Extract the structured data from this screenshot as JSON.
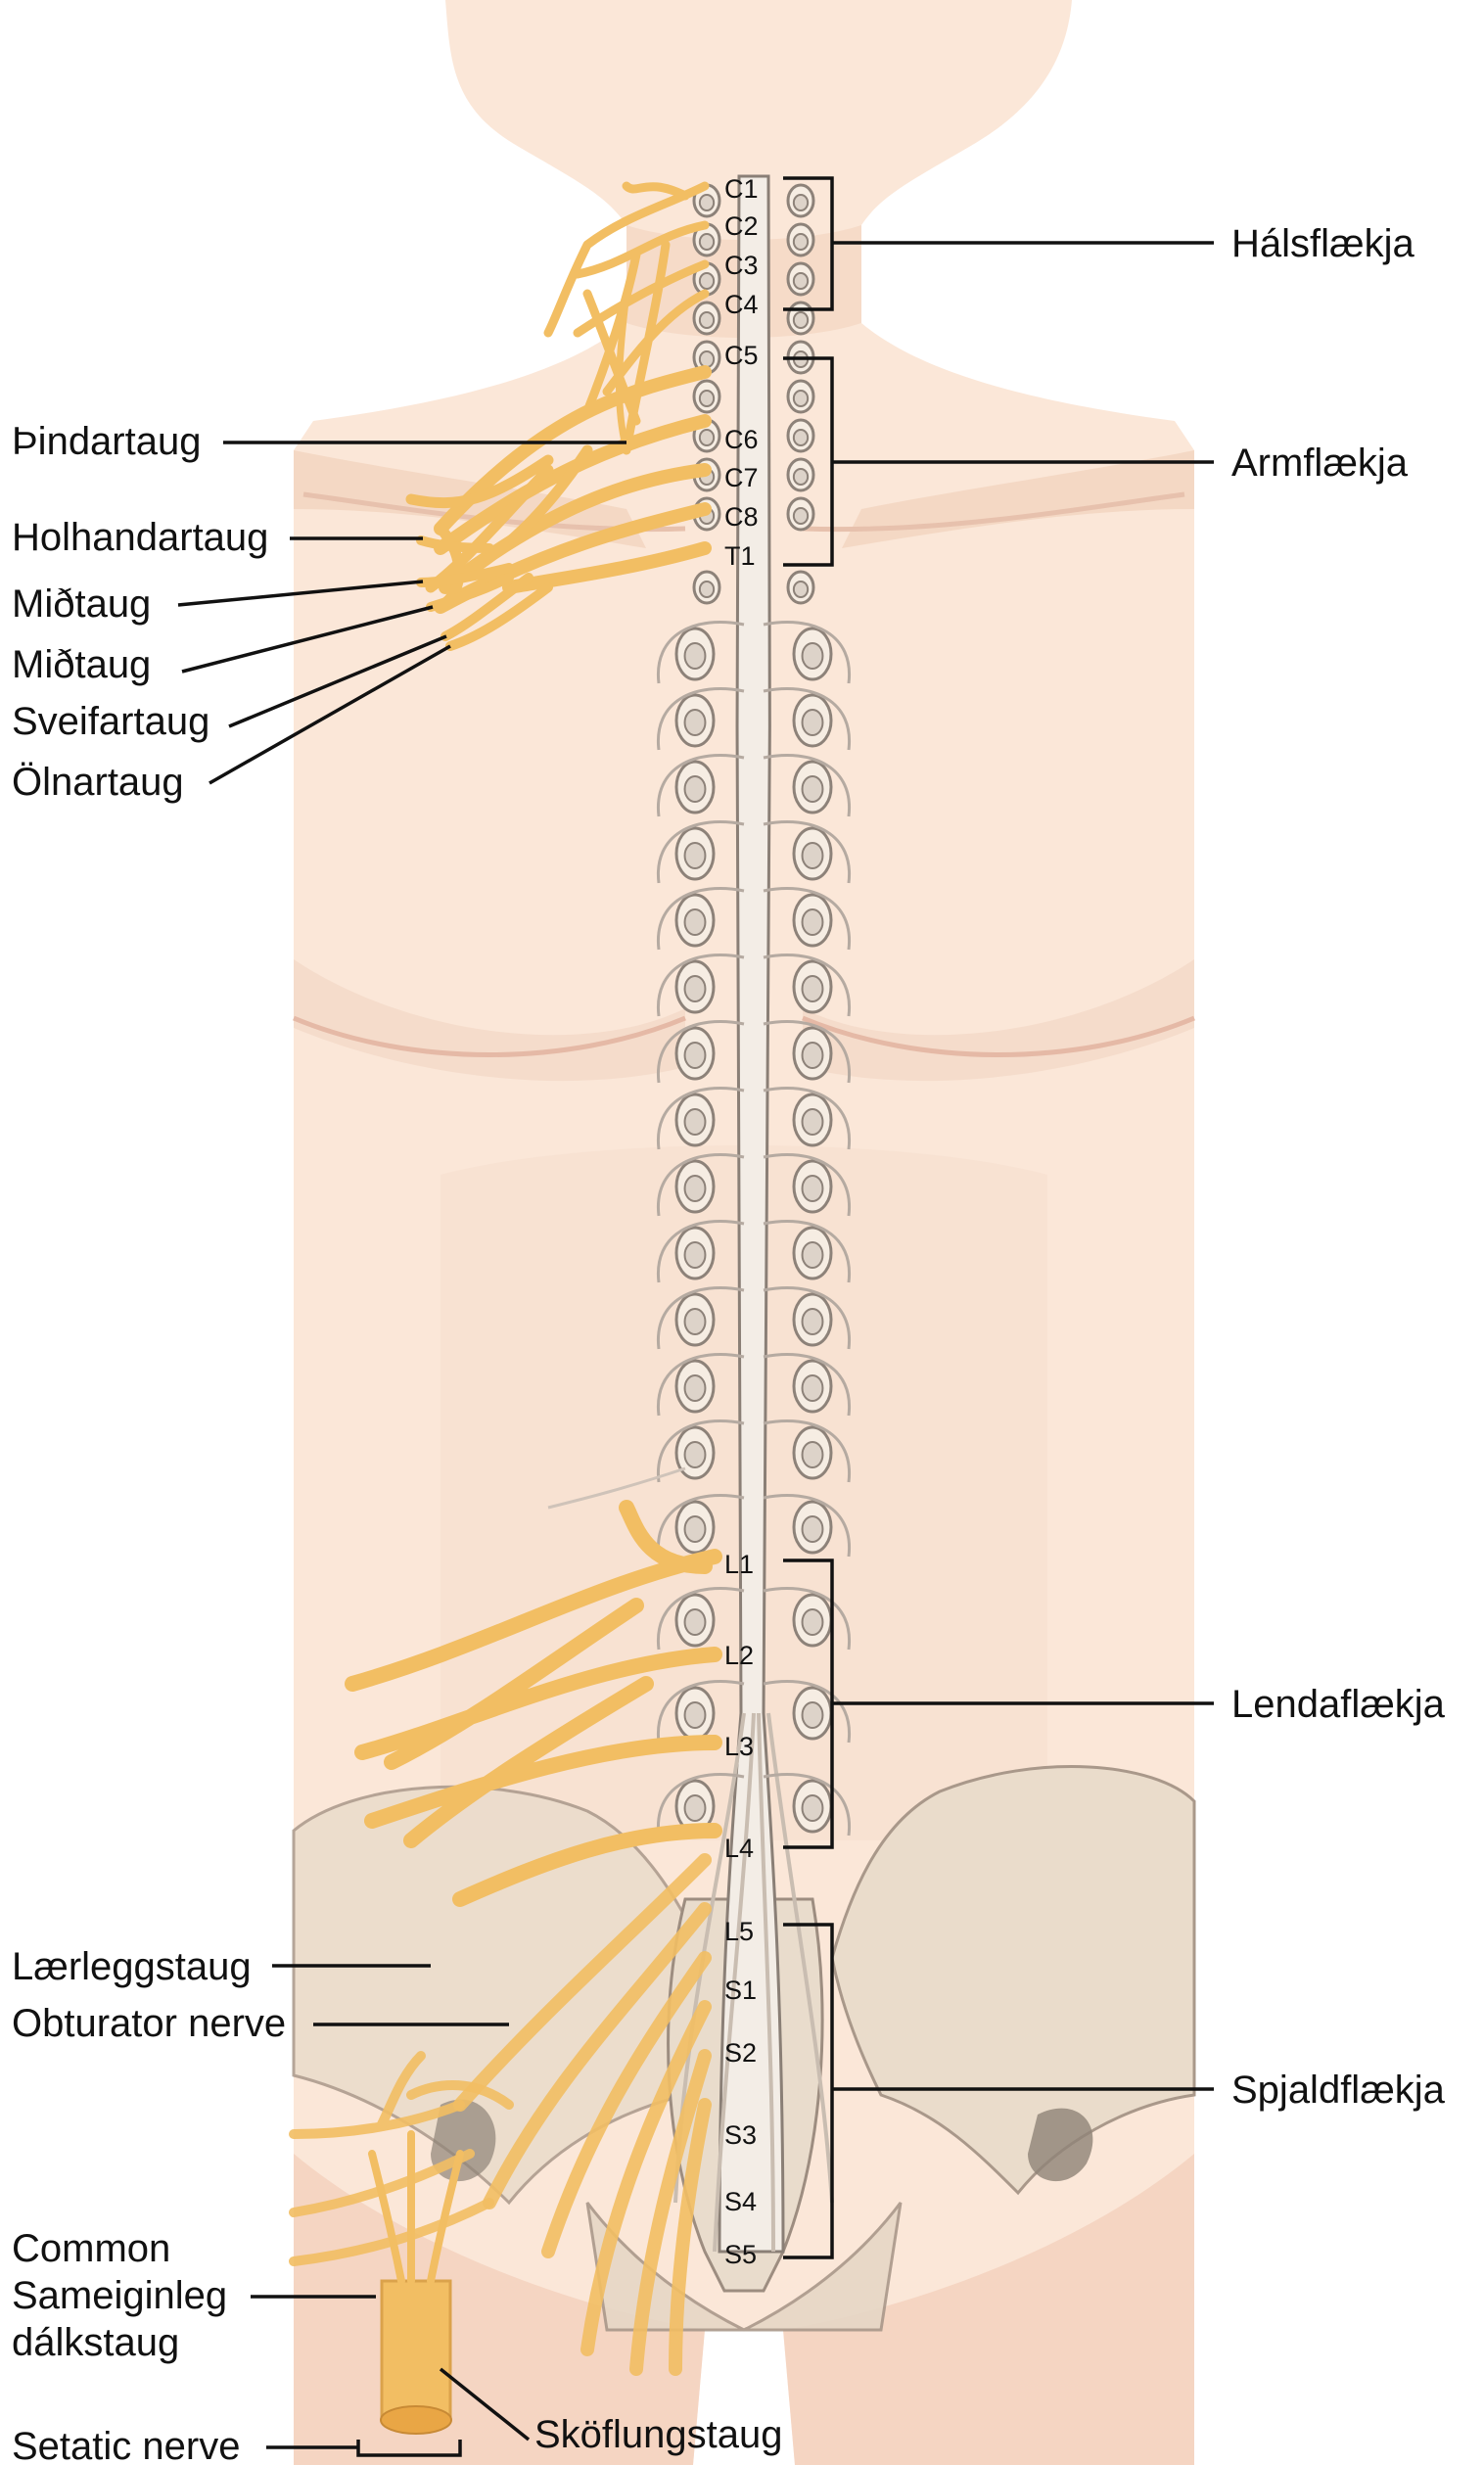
{
  "segments": {
    "c1": "C1",
    "c2": "C2",
    "c3": "C3",
    "c4": "C4",
    "c5": "C5",
    "c6": "C6",
    "c7": "C7",
    "c8": "C8",
    "t1": "T1",
    "l1": "L1",
    "l2": "L2",
    "l3": "L3",
    "l4": "L4",
    "l5": "L5",
    "s1": "S1",
    "s2": "S2",
    "s3": "S3",
    "s4": "S4",
    "s5": "S5"
  },
  "labels": {
    "halsflaekja": "Hálsflækja",
    "armflaekja": "Armflækja",
    "lendaflaekja": "Lendaflækja",
    "spjaldflaekja": "Spjaldflækja",
    "pindartaug": "Þindartaug",
    "holhandartaug": "Holhandartaug",
    "midtaug_1": "Miðtaug",
    "midtaug_2": "Miðtaug",
    "sveifartaug": "Sveifartaug",
    "olnartaug": "Ölnartaug",
    "laerleggstaug": "Lærleggstaug",
    "obturator": "Obturator nerve",
    "common_line1": "Common",
    "common_line2": "Sameiginleg",
    "common_line3": "dálkstaug",
    "setatic": "Setatic nerve",
    "skoflungstaug": "Sköflungstaug"
  },
  "colors": {
    "skin": "#fbe7d8",
    "skin_shadow": "#f2d3be",
    "nerve": "#f2be63",
    "bone": "#eadccb",
    "cord": "#f1ebe4",
    "line": "#111111"
  }
}
